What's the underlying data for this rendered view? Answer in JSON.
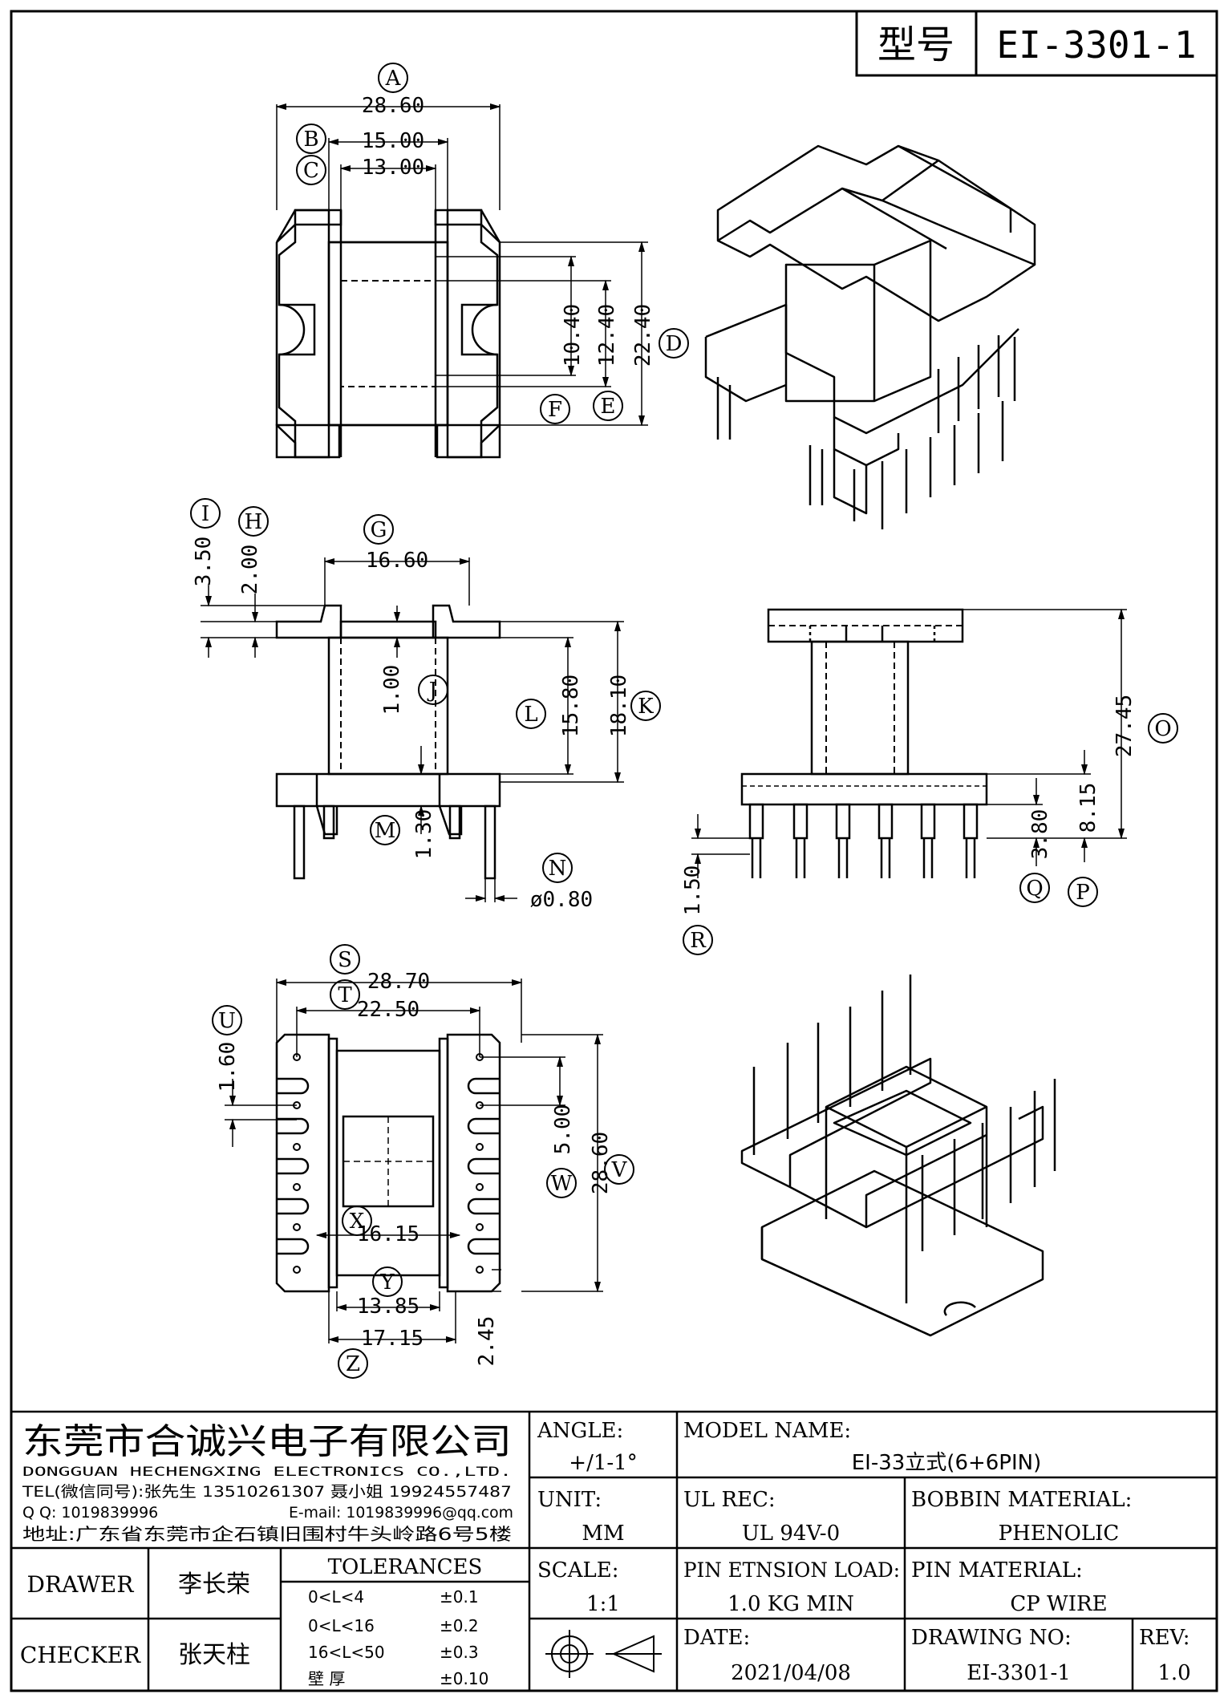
{
  "header": {
    "type_label": "型号",
    "model_code": "EI-3301-1"
  },
  "dimensions": {
    "A": "28.60",
    "B": "15.00",
    "C": "13.00",
    "D": "22.40",
    "E": "12.40",
    "F": "10.40",
    "G": "16.60",
    "H": "2.00",
    "I": "3.50",
    "J": "1.00",
    "K": "18.10",
    "L": "15.80",
    "M": "1.30",
    "N": "ø0.80",
    "O": "27.45",
    "P": "8.15",
    "Q": "3.80",
    "R": "1.50",
    "S": "28.70",
    "T": "22.50",
    "U": "1.60",
    "V": "28.60",
    "W": "5.00",
    "X": "16.15",
    "Y": "13.85",
    "Z": "17.15",
    "Z2": "2.45"
  },
  "callouts": [
    "A",
    "B",
    "C",
    "D",
    "E",
    "F",
    "G",
    "H",
    "I",
    "J",
    "K",
    "L",
    "M",
    "N",
    "O",
    "P",
    "Q",
    "R",
    "S",
    "T",
    "U",
    "V",
    "W",
    "X",
    "Y",
    "Z"
  ],
  "title_block": {
    "company_cn": "东莞市合诚兴电子有限公司",
    "company_en": "DONGGUAN HECHENGXING ELECTRONICS CO.,LTD.",
    "tel": "TEL(微信同号):张先生 13510261307 聂小姐 19924557487",
    "qq": "Q Q: 1019839996",
    "email": "E-mail: 1019839996@qq.com",
    "address": "地址:广东省东莞市企石镇旧围村牛头岭路6号5楼",
    "angle_label": "ANGLE:",
    "angle_value": "+/1-1°",
    "unit_label": "UNIT:",
    "unit_value": "MM",
    "scale_label": "SCALE:",
    "scale_value": "1:1",
    "model_name_label": "MODEL NAME:",
    "model_name_value": "EI-33立式(6+6PIN)",
    "ul_label": "UL REC:",
    "ul_value": "UL 94V-0",
    "bobbin_label": "BOBBIN MATERIAL:",
    "bobbin_value": "PHENOLIC",
    "pin_load_label": "PIN ETNSION LOAD:",
    "pin_load_value": "1.0 KG MIN",
    "pin_material_label": "PIN MATERIAL:",
    "pin_material_value": "CP WIRE",
    "date_label": "DATE:",
    "date_value": "2021/04/08",
    "drawing_no_label": "DRAWING NO:",
    "drawing_no_value": "EI-3301-1",
    "rev_label": "REV:",
    "rev_value": "1.0",
    "drawer_label": "DRAWER",
    "drawer_name": "李长荣",
    "checker_label": "CHECKER",
    "checker_name": "张天柱",
    "tolerances_label": "TOLERANCES",
    "tolerances": [
      {
        "range": "0<L<4",
        "value": "±0.1"
      },
      {
        "range": "0<L<16",
        "value": "±0.2"
      },
      {
        "range": "16<L<50",
        "value": "±0.3"
      },
      {
        "range": "壁    厚",
        "value": "±0.10"
      }
    ]
  }
}
